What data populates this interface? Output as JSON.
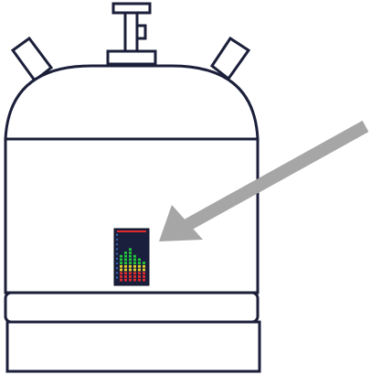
{
  "diagram": {
    "subject": "cryogenic-dewar-tank",
    "parts": [
      {
        "name": "top-valve-stem"
      },
      {
        "name": "left-vent-pipe"
      },
      {
        "name": "right-vent-pipe"
      },
      {
        "name": "dome-head"
      },
      {
        "name": "tank-body"
      },
      {
        "name": "bottom-band"
      },
      {
        "name": "base-ring"
      },
      {
        "name": "level-indicator-gauge"
      },
      {
        "name": "pointer-arrow"
      }
    ],
    "colors": {
      "outline": "#1b1f3a",
      "arrow": "#a6a6a6",
      "gauge_bg": "#1a1f3d",
      "gauge_green": "#22c83a",
      "gauge_yellow": "#e6d42a",
      "gauge_red": "#e02a2a",
      "gauge_blue": "#3a7ad8"
    },
    "gauge_fill_levels": [
      0.55,
      0.62,
      0.7,
      0.6,
      0.5,
      0.45
    ]
  }
}
